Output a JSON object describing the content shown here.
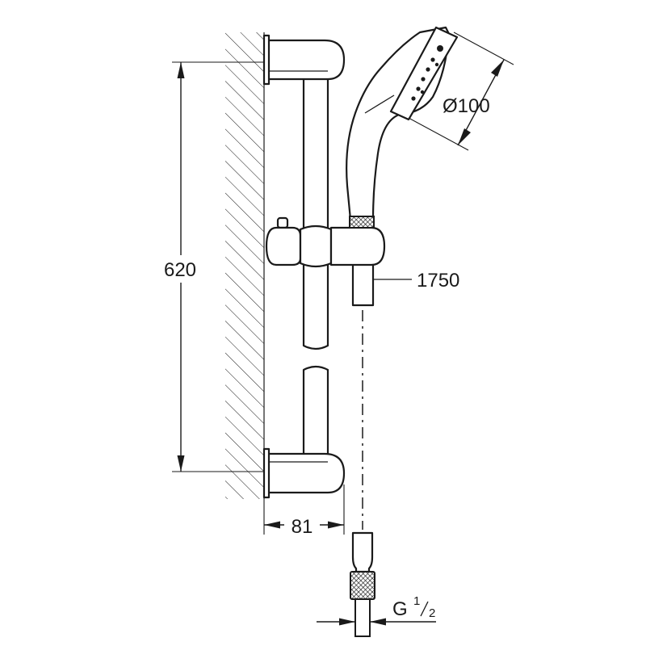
{
  "drawing": {
    "type": "technical-dimension-drawing",
    "dimensions": {
      "rail_length": "620",
      "handshower_diameter": "Ø100",
      "hose_length": "1750",
      "wall_projection": "81",
      "thread": "G",
      "thread_numerator": "1",
      "thread_denominator": "2"
    },
    "line_color": "#1a1a1a",
    "background": "#ffffff"
  }
}
